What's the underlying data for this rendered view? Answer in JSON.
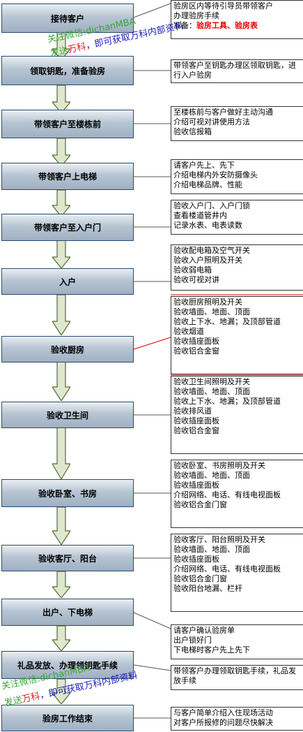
{
  "steps": [
    {
      "label": "接待客户"
    },
    {
      "label": "领取钥匙，准备验房"
    },
    {
      "label": "带领客户至楼栋前"
    },
    {
      "label": "带领客户上电梯"
    },
    {
      "label": "带领客户至入户门"
    },
    {
      "label": "入户"
    },
    {
      "label": "验收厨房"
    },
    {
      "label": "验收卫生间"
    },
    {
      "label": "验收卧室、书房"
    },
    {
      "label": "验收客厅、阳台"
    },
    {
      "label": "出户、下电梯"
    },
    {
      "label": "礼品发放、办理领钥匙手续"
    },
    {
      "label": "验房工作结束"
    }
  ],
  "notes": {
    "n0": {
      "lines": [
        "验房区内等待引导员带领客户",
        "办理验房手续"
      ],
      "prep_prefix": "准备：",
      "prep_highlight": "验房工具、验房表"
    },
    "n1": {
      "lines": [
        "带领客户至钥匙办理区领取钥匙，进行入户验房"
      ]
    },
    "n2": {
      "lines": [
        "至楼栋前与客户做好主动沟通",
        "介绍可视对讲使用方法",
        "验收信报箱"
      ]
    },
    "n3": {
      "lines": [
        "请客户先上、先下",
        "介绍电梯内外安防摄像头",
        "介绍电梯品牌、性能"
      ]
    },
    "n4": {
      "lines": [
        "验收入户门、入户门锁",
        "查看楼道管井内",
        "记录水表、电表读数"
      ]
    },
    "n5": {
      "lines": [
        "验收配电箱及空气开关",
        "验收入户照明及开关",
        "验收弱电箱",
        "验收可视对讲"
      ]
    },
    "n6": {
      "lines": [
        "验收厨房照明及开关",
        "验收墙面、地面、顶面",
        "验收上下水、地漏；及顶部管道",
        "验收烟道",
        "验收插座面板",
        "验收铝合金窗"
      ]
    },
    "n7": {
      "lines": [
        "验收卫生间照明及开关",
        "验收墙面、地面、顶面",
        "验收上下水、地漏；及顶部管道",
        "验收排风道",
        "验收插座面板",
        "验收铝合金窗"
      ]
    },
    "n8": {
      "lines": [
        "验收卧室、书房照明及开关",
        "验收墙面、地面、顶面",
        "验收插座面板",
        "介绍网络、电话、有线电视面板",
        "验收铝合金门窗"
      ]
    },
    "n9": {
      "lines": [
        "验收客厅、阳台照明及开关",
        "验收墙面、地面、顶面",
        "验收插座面板",
        "介绍网络、电话、有线电视面板",
        "验收铝合金门窗",
        "验收阳台地漏、栏杆"
      ]
    },
    "n10": {
      "lines": [
        "请客户确认验房单",
        "出户锁好门",
        "下电梯时客户先上先下"
      ]
    },
    "n11": {
      "lines": [
        "带领客户办理领取钥匙手续，礼品发放手续"
      ]
    },
    "n12": {
      "lines": [
        "与客户简单介绍入住现场活动",
        "对客户所报修的问题尽快解决"
      ]
    }
  },
  "watermarks": {
    "top_line1": "关注微信:dichanMBA",
    "top_line2_a": "发送",
    "top_line2_b": "万科",
    "top_line2_c": "，即可获取万科内部资料",
    "bottom_line1": "关注微信:dichanMBA",
    "bottom_line2_a": "发送",
    "bottom_line2_b": "万科",
    "bottom_line2_c": "，即可获取万科内部资料"
  },
  "colors": {
    "box_border": "#2d4a6b",
    "box_fill_top": "#e9eef3",
    "box_fill_bottom": "#9fb0c2",
    "arrow_fill": "#dfe7cf",
    "arrow_stroke": "#556b2f",
    "highlight": "#e00000",
    "watermark_green": "#3aa43a",
    "watermark_red": "#e01818",
    "watermark_blue": "#1a1ab8"
  }
}
